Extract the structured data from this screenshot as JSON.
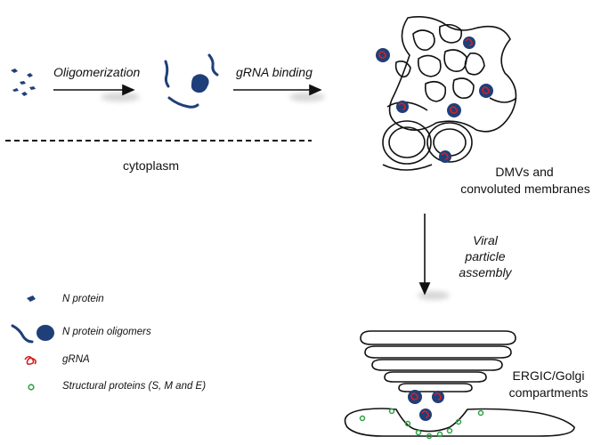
{
  "labels": {
    "oligomerization": "Oligomerization",
    "grna_binding": "gRNA binding",
    "cytoplasm": "cytoplasm",
    "dmvs_line1": "DMVs and",
    "dmvs_line2": "convoluted membranes",
    "assembly_line1": "Viral",
    "assembly_line2": "particle",
    "assembly_line3": "assembly",
    "ergic_line1": "ERGIC/Golgi",
    "ergic_line2": "compartments"
  },
  "legend": {
    "n_protein": "N protein",
    "n_protein_oligomers": "N protein oligomers",
    "grna": "gRNA",
    "structural_proteins": "Structural proteins (S, M and E)"
  },
  "colors": {
    "n_protein": "#1f3f7a",
    "grna": "#d62020",
    "structural": "#2ea043",
    "membrane": "#111111"
  }
}
